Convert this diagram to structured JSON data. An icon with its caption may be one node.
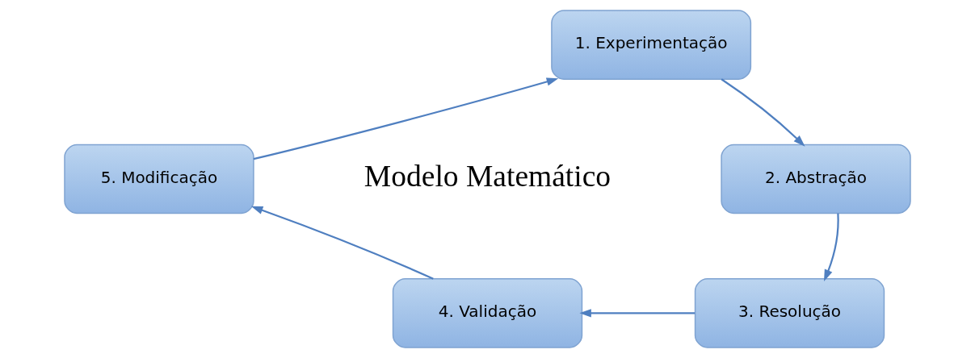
{
  "diagram": {
    "nodes": [
      {
        "text": [
          "1. Experimentação"
        ]
      },
      {
        "text": [
          "2. Abstração"
        ]
      },
      {
        "text": [
          "3. Resolução"
        ]
      },
      {
        "text": [
          "4. Validação"
        ]
      },
      {
        "text": [
          "5. Modificação"
        ]
      }
    ],
    "edges": [
      {
        "from": 0,
        "to": 1,
        "arrow": "to"
      },
      {
        "from": 1,
        "to": 2,
        "arrow": "to"
      },
      {
        "from": 2,
        "to": 3,
        "arrow": "to"
      },
      {
        "from": 3,
        "to": 4,
        "arrow": "to"
      },
      {
        "from": 4,
        "to": 0,
        "arrow": "to"
      }
    ],
    "labels": [
      "Modelo Matemático"
    ]
  }
}
